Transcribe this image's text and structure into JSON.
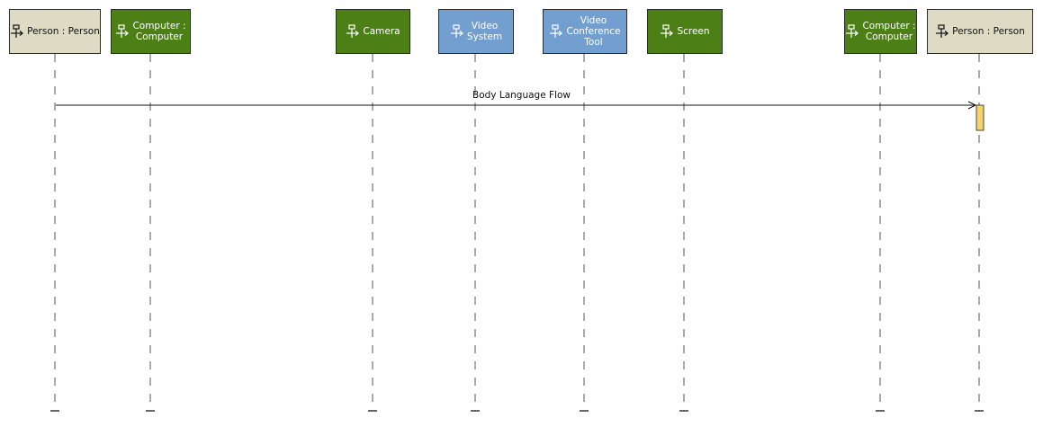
{
  "participants": [
    {
      "id": "p1",
      "label": "Person : Person",
      "fill": "#dddbc4",
      "text_color": "#111111"
    },
    {
      "id": "p2",
      "label": "Computer :\nComputer",
      "fill": "#4d7f17",
      "text_color": "#ffffff"
    },
    {
      "id": "p3",
      "label": "Camera",
      "fill": "#4d7f17",
      "text_color": "#ffffff"
    },
    {
      "id": "p4",
      "label": "Video\nSystem",
      "fill": "#729fcf",
      "text_color": "#ffffff"
    },
    {
      "id": "p5",
      "label": "Video\nConference\nTool",
      "fill": "#729fcf",
      "text_color": "#ffffff"
    },
    {
      "id": "p6",
      "label": "Screen",
      "fill": "#4d7f17",
      "text_color": "#ffffff"
    },
    {
      "id": "p7",
      "label": "Computer :\nComputer",
      "fill": "#4d7f17",
      "text_color": "#ffffff"
    },
    {
      "id": "p8",
      "label": "Person : Person",
      "fill": "#dddbc4",
      "text_color": "#111111"
    }
  ],
  "message": {
    "label": "Body Language Flow",
    "from": "p1",
    "to": "p8"
  },
  "activation_color": "#f4d36b",
  "icon": "participant-icon"
}
